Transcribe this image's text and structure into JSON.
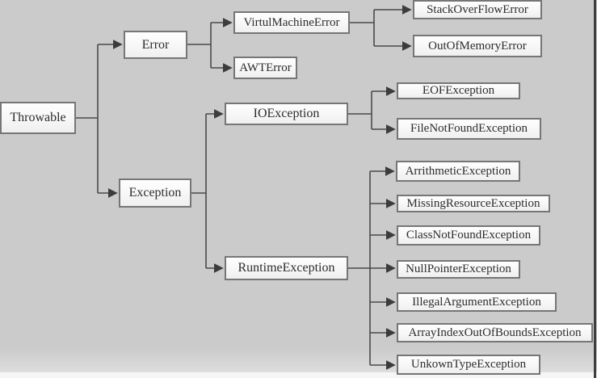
{
  "diagram_type": "class-hierarchy-tree",
  "palette": {
    "background": "#cbcbcb",
    "node_fill": "#fbfbfb",
    "node_border": "#767676",
    "connector_line": "#4a4a4a",
    "text": "#2d2d2d",
    "bottom_strip": "#f5f6f8",
    "right_edge_line": "#3d3d3d"
  },
  "hierarchy": {
    "label": "Throwable",
    "children": [
      {
        "label": "Error",
        "children": [
          {
            "label": "VirtulMachineError",
            "children": [
              {
                "label": "StackOverFlowError"
              },
              {
                "label": "OutOfMemoryError"
              }
            ]
          },
          {
            "label": "AWTError"
          }
        ]
      },
      {
        "label": "Exception",
        "children": [
          {
            "label": "IOException",
            "children": [
              {
                "label": "EOFException"
              },
              {
                "label": "FileNotFoundException"
              }
            ]
          },
          {
            "label": "RuntimeException",
            "children": [
              {
                "label": "ArrithmeticException"
              },
              {
                "label": "MissingResourceException"
              },
              {
                "label": "ClassNotFoundException"
              },
              {
                "label": "NullPointerException"
              },
              {
                "label": "IllegalArgumentException"
              },
              {
                "label": "ArrayIndexOutOfBoundsException"
              },
              {
                "label": "UnkownTypeException"
              }
            ]
          }
        ]
      }
    ]
  }
}
